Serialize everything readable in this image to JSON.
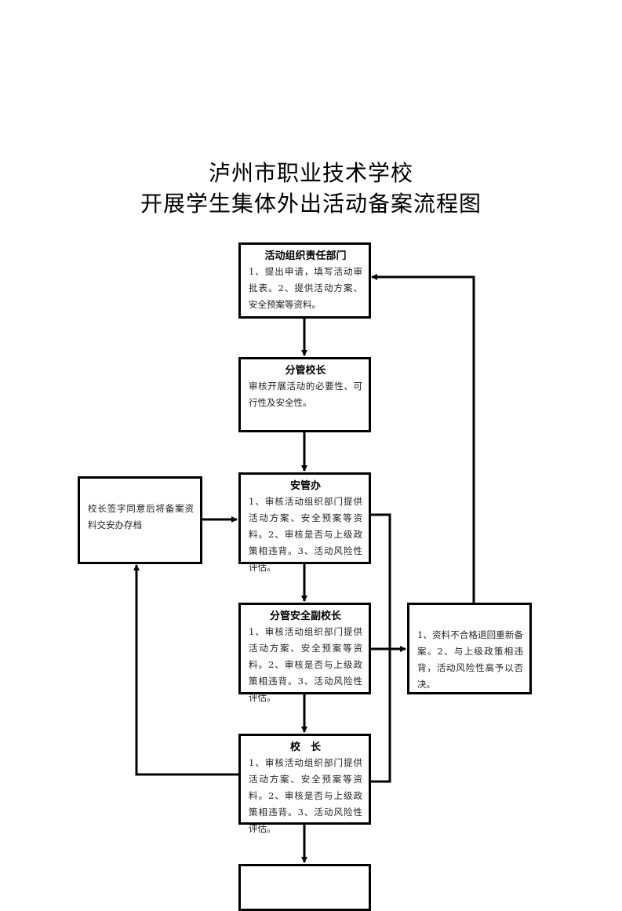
{
  "title": {
    "line1": "泸州市职业技术学校",
    "line2": "开展学生集体外出活动备案流程图"
  },
  "nodes": {
    "dept": {
      "head": "活动组织责任部门",
      "body": "1、提出申请，填写活动审批表。2、提供活动方案、安全预案等资料。"
    },
    "vice_principal": {
      "head": "分管校长",
      "body": "审核开展活动的必要性、可行性及安全性。"
    },
    "safety_office": {
      "head": "安管办",
      "body": "1、审核活动组织部门提供活动方案、安全预案等资料。2、审核是否与上级政策相违背。3、活动风险性评估。"
    },
    "archive": {
      "head": "",
      "body": "校长签字同意后将备案资料交安办存档"
    },
    "safety_vice_principal": {
      "head": "分管安全副校长",
      "body": "1、审核活动组织部门提供活动方案、安全预案等资料。2、审核是否与上级政策相违背。3、活动风险性评估。"
    },
    "reject": {
      "head": "",
      "body": "1、资料不合格退回重新备案。2、与上级政策相违背，活动风险性高予以否决。"
    },
    "principal": {
      "head": "校　长",
      "body": "1、审核活动组织部门提供活动方案、安全预案等资料。2、审核是否与上级政策相违背。3、活动风险性评估。"
    },
    "next": {
      "head": "",
      "body": ""
    }
  },
  "edges": [
    {
      "from": "dept",
      "to": "vice_principal"
    },
    {
      "from": "vice_principal",
      "to": "safety_office"
    },
    {
      "from": "safety_office",
      "to": "safety_vice_principal"
    },
    {
      "from": "safety_vice_principal",
      "to": "principal"
    },
    {
      "from": "principal",
      "to": "next"
    },
    {
      "from": "principal",
      "to": "archive"
    },
    {
      "from": "archive",
      "to": "safety_office"
    },
    {
      "from": "safety_office",
      "to": "reject"
    },
    {
      "from": "safety_vice_principal",
      "to": "reject"
    },
    {
      "from": "principal",
      "to": "reject"
    },
    {
      "from": "reject",
      "to": "dept"
    }
  ]
}
